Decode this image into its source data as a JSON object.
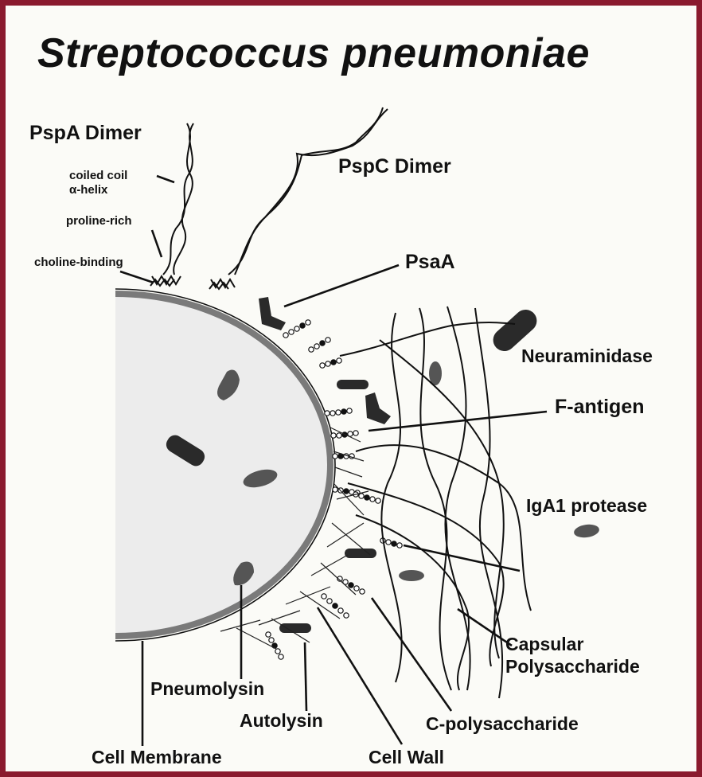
{
  "title": "Streptococcus pneumoniae",
  "colors": {
    "frame": "#8a1a2e",
    "background": "#fbfbf7",
    "cell_fill": "#ececec",
    "membrane": "#7a7a7a"
  },
  "labels": {
    "pspa_dimer": "PspA Dimer",
    "coiled_coil": "coiled coil",
    "alpha_helix": "α-helix",
    "proline_rich": "proline-rich",
    "choline_binding": "choline-binding",
    "pspc_dimer": "PspC Dimer",
    "psaa": "PsaA",
    "neuraminidase": "Neuraminidase",
    "f_antigen": "F-antigen",
    "iga1_protease": "IgA1 protease",
    "capsular_1": "Capsular",
    "capsular_2": "Polysaccharide",
    "pneumolysin": "Pneumolysin",
    "autolysin": "Autolysin",
    "c_polysaccharide": "C-polysaccharide",
    "cell_membrane": "Cell Membrane",
    "cell_wall": "Cell Wall"
  }
}
